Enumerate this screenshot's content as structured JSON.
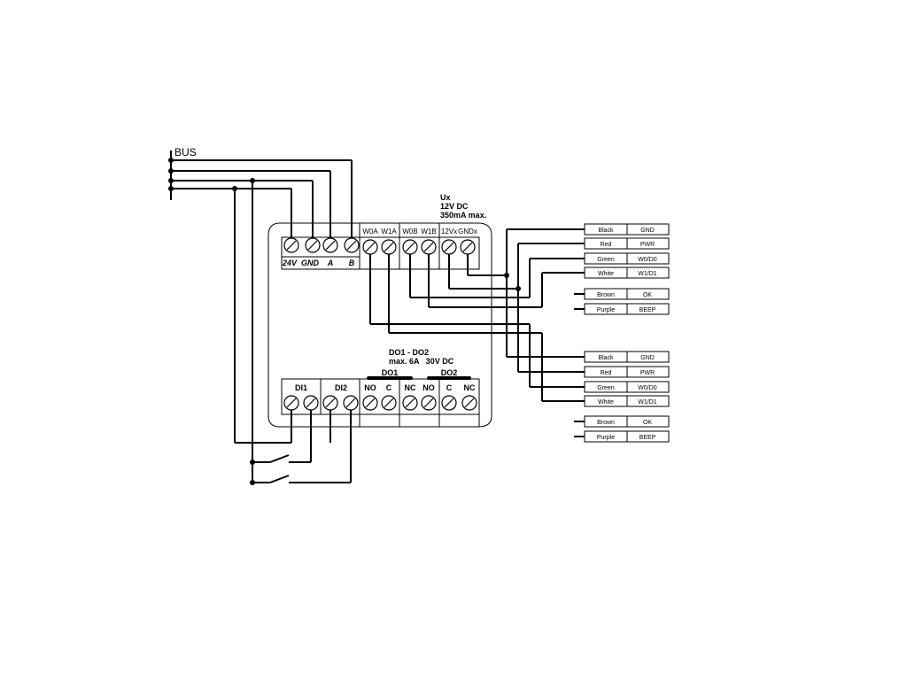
{
  "bus": {
    "label": "BUS"
  },
  "supply": {
    "line1": "Ux",
    "line2": "12V DC",
    "line3": "350mA max."
  },
  "top_terminals": [
    {
      "label": "24V",
      "italic": true
    },
    {
      "label": "GND",
      "italic": true
    },
    {
      "label": "A",
      "italic": true
    },
    {
      "label": "B",
      "italic": true
    },
    {
      "label": "W0A",
      "italic": false
    },
    {
      "label": "W1A",
      "italic": false
    },
    {
      "label": "W0B",
      "italic": false
    },
    {
      "label": "W1B",
      "italic": false
    },
    {
      "label": "12Vx",
      "italic": false
    },
    {
      "label": "GNDx",
      "italic": false
    }
  ],
  "outputs": {
    "title": "DO1 - DO2",
    "rating": "max. 6A   30V DC",
    "group1": "DO1",
    "group2": "DO2"
  },
  "bottom_groups": [
    {
      "label": "DI1"
    },
    {
      "label": "DI2"
    },
    {
      "label": "NO"
    },
    {
      "label": "C"
    },
    {
      "label": "NC"
    },
    {
      "label": "NO"
    },
    {
      "label": "C"
    },
    {
      "label": "NC"
    }
  ],
  "readers": [
    {
      "rows": [
        {
          "wire": "Black",
          "signal": "GND"
        },
        {
          "wire": "Red",
          "signal": "PWR"
        },
        {
          "wire": "Green",
          "signal": "W0/D0"
        },
        {
          "wire": "White",
          "signal": "W1/D1"
        },
        {
          "wire": "Brown",
          "signal": "OK"
        },
        {
          "wire": "Purple",
          "signal": "BEEP"
        }
      ]
    },
    {
      "rows": [
        {
          "wire": "Black",
          "signal": "GND"
        },
        {
          "wire": "Red",
          "signal": "PWR"
        },
        {
          "wire": "Green",
          "signal": "W0/D0"
        },
        {
          "wire": "White",
          "signal": "W1/D1"
        },
        {
          "wire": "Brown",
          "signal": "OK"
        },
        {
          "wire": "Purple",
          "signal": "BEEP"
        }
      ]
    }
  ]
}
